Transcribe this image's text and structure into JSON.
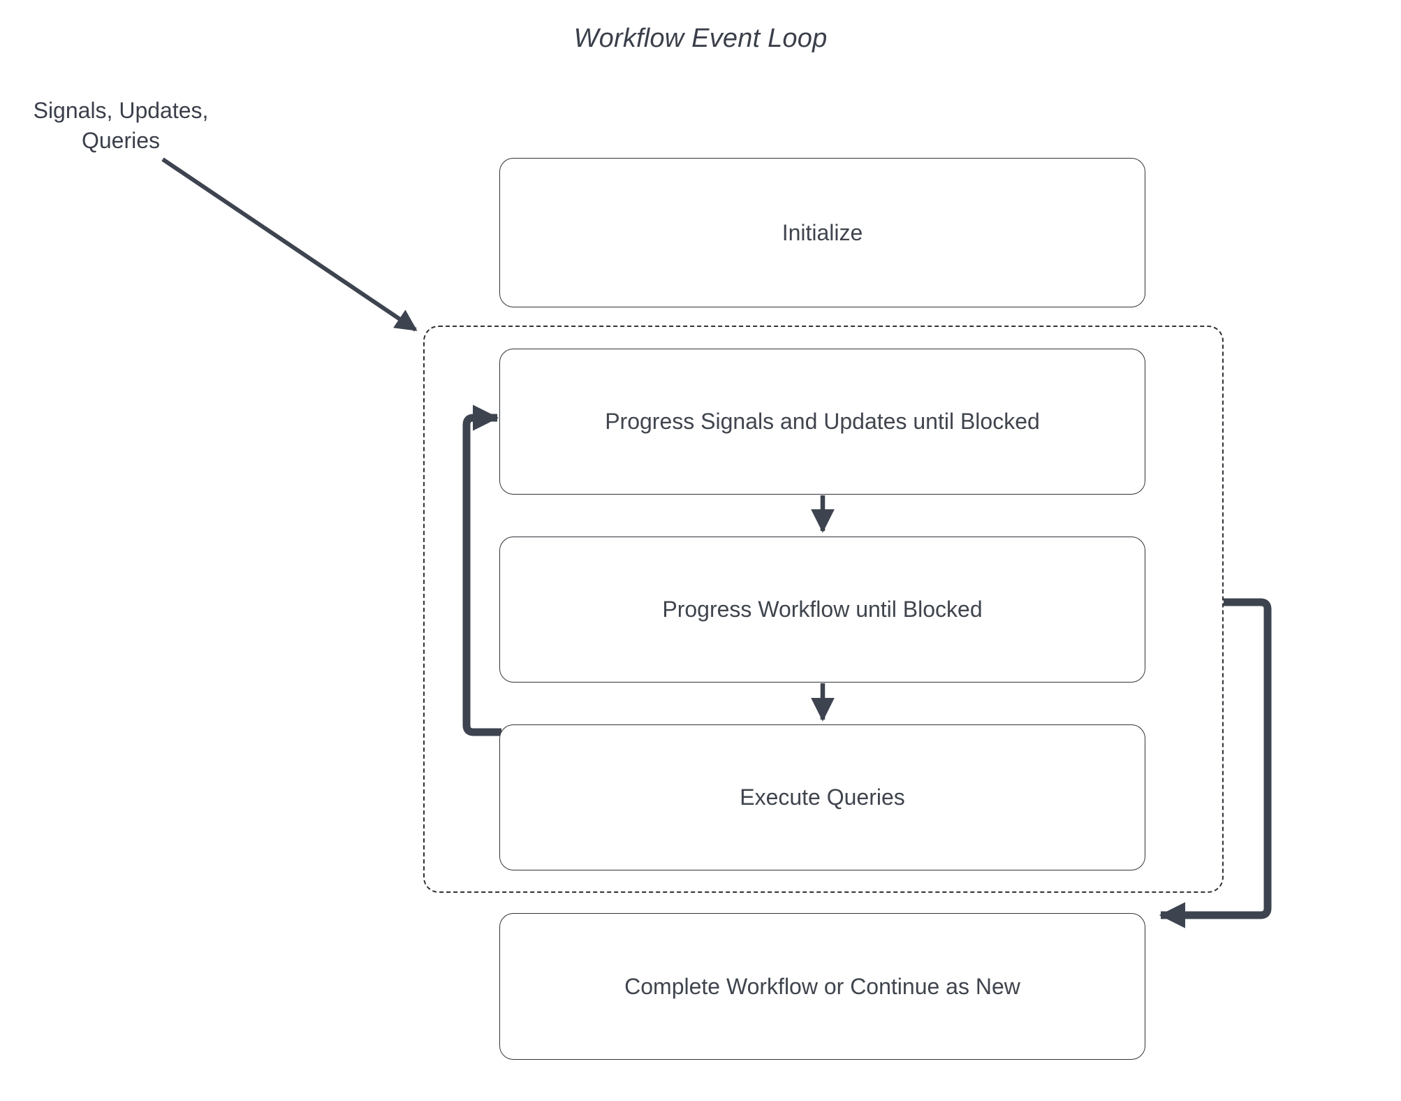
{
  "diagram": {
    "title": "Workflow Event Loop",
    "accent_color": "#3d434f",
    "box_border_color": "#2f3338",
    "text_color": "#3f444d",
    "background_color": "#ffffff",
    "external_label": "Signals, Updates,\nQueries",
    "nodes": [
      {
        "id": "initialize",
        "label": "Initialize"
      },
      {
        "id": "progress-signals",
        "label": "Progress Signals and Updates until Blocked"
      },
      {
        "id": "progress-workflow",
        "label": "Progress Workflow until Blocked"
      },
      {
        "id": "execute-queries",
        "label": "Execute Queries"
      },
      {
        "id": "complete-workflow",
        "label": "Complete Workflow or Continue as New"
      }
    ],
    "edges": [
      {
        "id": "external-input",
        "from": "Signals, Updates, Queries",
        "to": "event loop",
        "style": "solid-arrow"
      },
      {
        "id": "signals-to-workflow",
        "from": "Progress Signals and Updates until Blocked",
        "to": "Progress Workflow until Blocked",
        "style": "solid-arrow"
      },
      {
        "id": "workflow-to-queries",
        "from": "Progress Workflow until Blocked",
        "to": "Execute Queries",
        "style": "solid-arrow"
      },
      {
        "id": "loop-back",
        "from": "Execute Queries",
        "to": "Progress Signals and Updates until Blocked",
        "style": "thick-arrow"
      },
      {
        "id": "loop-exit",
        "from": "event loop",
        "to": "Complete Workflow or Continue as New",
        "style": "thick-arrow"
      }
    ],
    "container": {
      "id": "event-loop-container",
      "style": "dashed"
    }
  }
}
